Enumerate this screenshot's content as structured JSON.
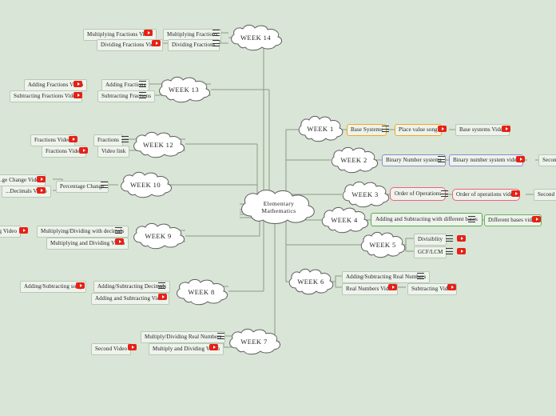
{
  "app": {
    "background_color": "#d9e5d6",
    "title": "Elementary Mathematics mind map"
  },
  "center": {
    "label": "Elementary\nMathematics",
    "line1": "Elementary",
    "line2": "Mathematics"
  },
  "icons": {
    "video": "video-play-icon",
    "note": "note-lines-icon"
  },
  "colors": {
    "video_red": "#e62117",
    "orange": "#f5a623",
    "purple": "#8d8bd4",
    "pink": "#f2607f",
    "green": "#5aa84f",
    "node_fill": "#eef3ec",
    "node_border": "#b9c9b5",
    "link": "#8a9a86"
  },
  "weeks": {
    "w14": "WEEK 14",
    "w13": "WEEK 13",
    "w12": "WEEK 12",
    "w10": "WEEK 10",
    "w9": "WEEK 9",
    "w8": "WEEK 8",
    "w7": "WEEK 7",
    "w1": "WEEK 1",
    "w2": "WEEK 2",
    "w3": "WEEK 3",
    "w4": "WEEK 4",
    "w5": "WEEK 5",
    "w6": "WEEK 6"
  },
  "left_branches": {
    "week14": {
      "rows": [
        {
          "video_label": "Multiplying Fractions Video",
          "topic": "Multiplying Fractions"
        },
        {
          "video_label": "Dividing Fractions Video",
          "topic": "Dividing Fractions"
        }
      ]
    },
    "week13": {
      "rows": [
        {
          "video_label": "Adding Fractions Video",
          "topic": "Adding Fractions"
        },
        {
          "video_label": "Subtracting Fractions Video",
          "topic": "Subtracting Fractions"
        }
      ]
    },
    "week12": {
      "rows": [
        {
          "video_label": "Fractions Video",
          "topic": "Fractions"
        },
        {
          "video_label": "Fractions Video",
          "topic": "Video link"
        }
      ]
    },
    "week10": {
      "rows": [
        {
          "video_label": "...ge Change Video"
        },
        {
          "video_label": "...Decimals Video"
        }
      ],
      "topic": "Percentage Change"
    },
    "week9": {
      "video_label": "...g Video",
      "topic": "Multiplying/Dividing with decimals",
      "second": "Multiplying and Dividing Video"
    },
    "week8": {
      "video_label": "Adding/Subtracting song",
      "topic": "Adding/Subtracting Decimals",
      "second": "Adding and Subtracting Video"
    },
    "week7": {
      "topic": "Multiply/Dividing Real Numbers",
      "video_label": "Second Video",
      "second": "Multiply and Dividing Video"
    }
  },
  "right_branches": {
    "week1": {
      "topic": "Base Systems",
      "second": "Place value song",
      "third": "Base systems Video"
    },
    "week2": {
      "topic": "Binary Number systems",
      "second": "Binary number system video",
      "third": "Second Vi"
    },
    "week3": {
      "topic": "Order of Operations",
      "second": "Order of operations video",
      "third": "Second Vi"
    },
    "week4": {
      "topic": "Adding and Subtracting with different bases",
      "second": "Different bases video"
    },
    "week5": {
      "rows": [
        {
          "topic": "Divisiblity"
        },
        {
          "topic": "GCF/LCM"
        }
      ]
    },
    "week6": {
      "rows": [
        {
          "topic": "Adding/Subtracting Real Numbers"
        },
        {
          "topic": "Real Numbers Video",
          "second": "Subtracting Video"
        }
      ]
    }
  }
}
